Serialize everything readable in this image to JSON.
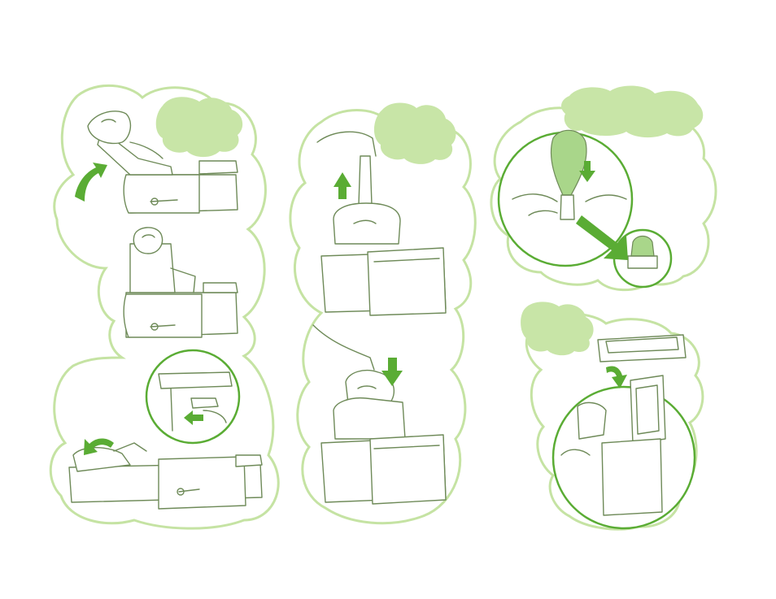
{
  "page": {
    "background": "#ffffff"
  },
  "palette": {
    "cloud_outline": "#c5e3a3",
    "label_cloud": "#c8e5a7",
    "arrow": "#5aac34",
    "line_art": "#6e8a58"
  },
  "panels": [
    {
      "id": "recline-steps",
      "steps": 3,
      "icons": [
        "curved-arrow-icon",
        "push-arrow-icon",
        "curved-arrow-icon"
      ]
    },
    {
      "id": "bottle-steps",
      "steps": 2,
      "icons": [
        "up-arrow-icon",
        "down-arrow-icon"
      ]
    },
    {
      "id": "nipple-step",
      "steps": 1,
      "icons": [
        "down-arrow-icon",
        "pointer-arrow-icon"
      ]
    },
    {
      "id": "book-step",
      "steps": 1,
      "icons": [
        "curved-arrow-icon"
      ]
    }
  ]
}
